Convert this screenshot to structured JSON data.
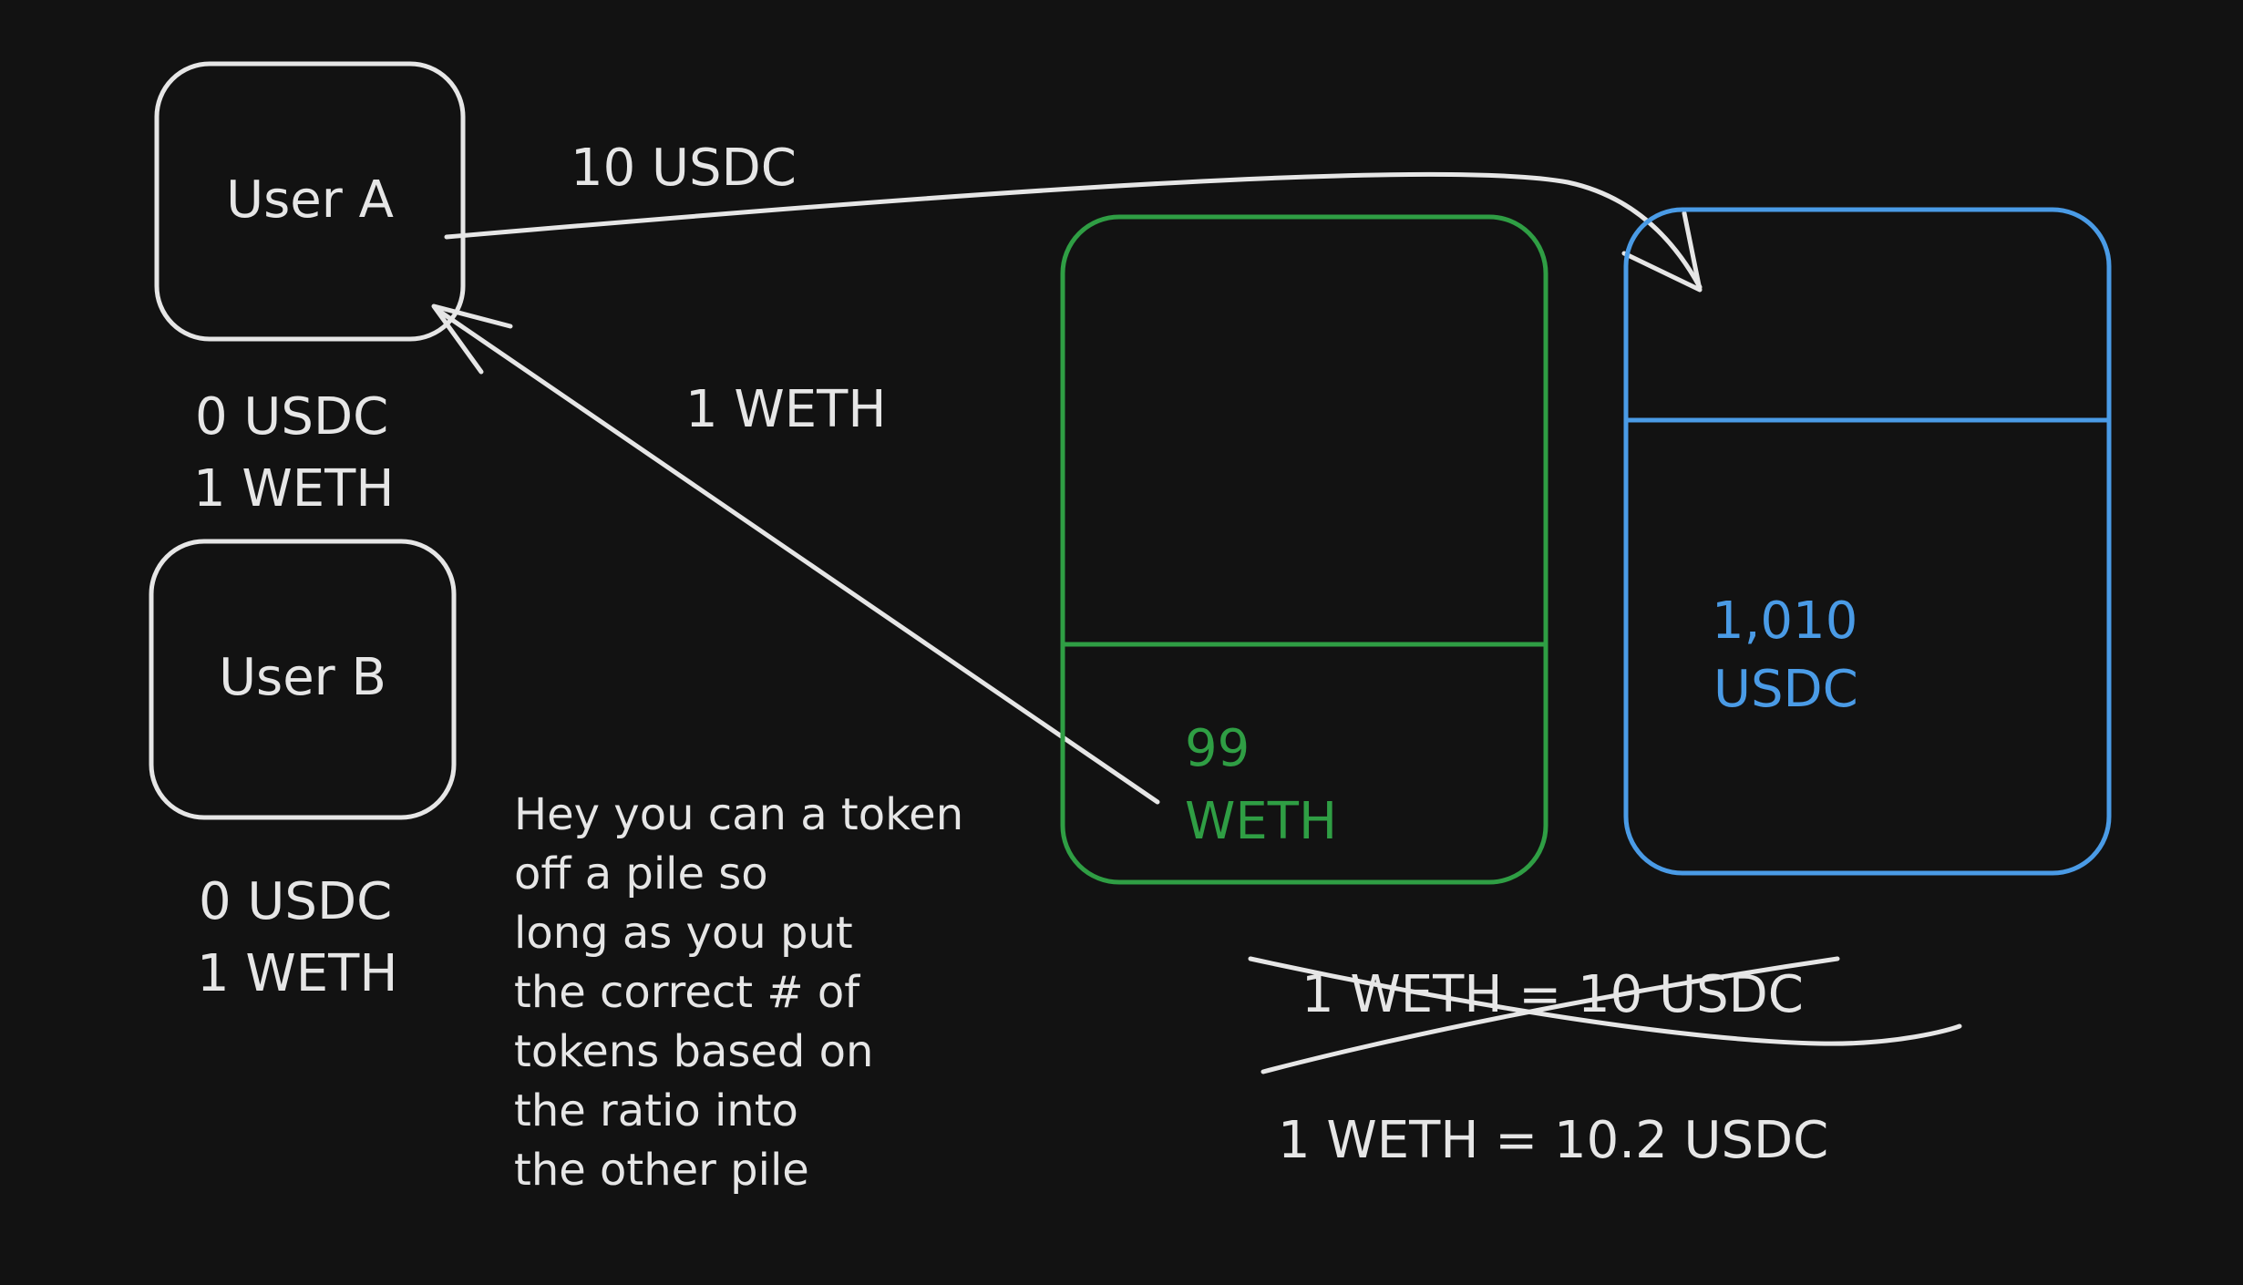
{
  "users": {
    "a": {
      "label": "User A",
      "usdc": "0 USDC",
      "weth": "1 WETH"
    },
    "b": {
      "label": "User B",
      "usdc": "0 USDC",
      "weth": "1 WETH"
    }
  },
  "arrows": {
    "to_pool_label": "10 USDC",
    "from_pool_label": "1 WETH"
  },
  "pools": {
    "weth": {
      "amount": "99",
      "token": "WETH",
      "color": "#2f9e44"
    },
    "usdc": {
      "amount": "1,010",
      "token": "USDC",
      "color": "#4a9be6"
    }
  },
  "note": {
    "lines": [
      "Hey you can a token",
      "off a pile so",
      "long as you put",
      "the correct # of",
      "tokens based on",
      "the ratio into",
      "the other pile"
    ]
  },
  "ratio": {
    "old": "1 WETH = 10 USDC",
    "new": "1 WETH = 10.2 USDC"
  },
  "colors": {
    "background": "#121212",
    "stroke": "#e6e6e6",
    "green": "#2f9e44",
    "blue": "#4a9be6"
  }
}
